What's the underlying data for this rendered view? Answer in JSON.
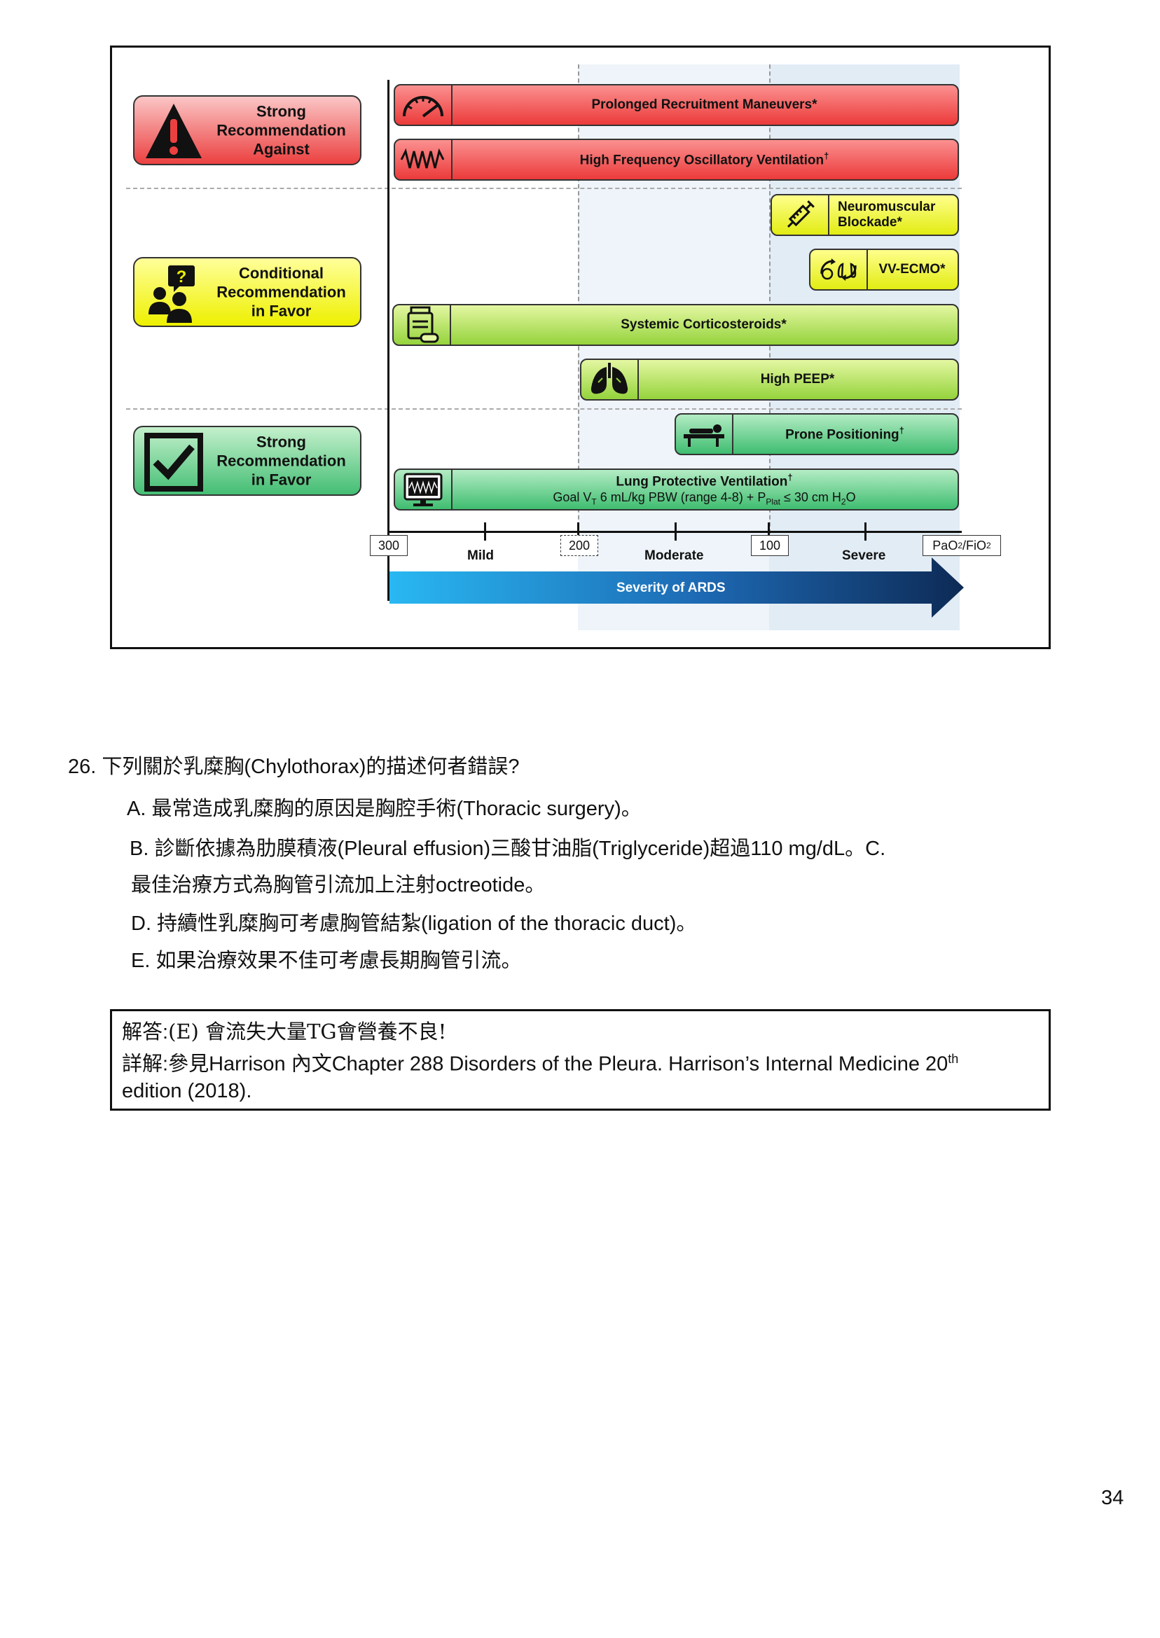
{
  "figure": {
    "recommendations": [
      {
        "label": "Strong\nRecommendation\nAgainst",
        "color": "#ec4040",
        "icon": "warning-triangle-icon"
      },
      {
        "label": "Conditional\nRecommendation\nin Favor",
        "color": "#eef000",
        "icon": "people-question-icon"
      },
      {
        "label": "Strong\nRecommendation\nin Favor",
        "color": "#44be74",
        "icon": "checkbox-icon"
      }
    ],
    "interventions": [
      {
        "label": "Prolonged Recruitment Maneuvers*",
        "icon": "gauge-icon"
      },
      {
        "label": "High Frequency Oscillatory Ventilation",
        "sup": "†",
        "icon": "waveform-icon"
      },
      {
        "label": "Neuromuscular\nBlockade*",
        "icon": "syringe-icon"
      },
      {
        "label": "VV-ECMO*",
        "icon": "ecmo-icon"
      },
      {
        "label": "Systemic Corticosteroids*",
        "icon": "pill-bottle-icon"
      },
      {
        "label": "High PEEP*",
        "icon": "lungs-icon"
      },
      {
        "label": "Prone Positioning",
        "sup": "†",
        "icon": "prone-patient-icon"
      },
      {
        "label": "Lung Protective Ventilation",
        "sup": "†",
        "icon": "ventilator-monitor-icon",
        "goal_parts": [
          "Goal V",
          "T",
          " 6 mL/kg PBW (range 4-8) + P",
          "Plat",
          " ≤ 30 cm H",
          "2",
          "O"
        ]
      }
    ],
    "axis": {
      "ticks": [
        "300",
        "200",
        "100"
      ],
      "end_label_parts": [
        "PaO",
        "2",
        "/FiO",
        "2"
      ],
      "categories": [
        "Mild",
        "Moderate",
        "Severe"
      ],
      "arrow_label": "Severity of ARDS"
    }
  },
  "question": {
    "stem": "26. 下列關於乳糜胸(Chylothorax)的描述何者錯誤?",
    "options": [
      "A. 最常造成乳糜胸的原因是胸腔手術(Thoracic surgery)。",
      "B. 診斷依據為肋膜積液(Pleural effusion)三酸甘油脂(Triglyceride)超過110 mg/dL。C.",
      "最佳治療方式為胸管引流加上注射octreotide。",
      "D. 持續性乳糜胸可考慮胸管結紮(ligation of the thoracic duct)。",
      "E. 如果治療效果不佳可考慮長期胸管引流。"
    ]
  },
  "answer": {
    "answer_label": "解答:",
    "answer_text": "(E) 會流失大量TG會營養不良!",
    "detail_label": "詳解:",
    "detail_text": "參見Harrison 內文Chapter 288 Disorders of the Pleura. Harrison’s Internal Medicine 20",
    "detail_sup": "th",
    "detail_text2": "edition (2018)."
  },
  "page_number": "34"
}
